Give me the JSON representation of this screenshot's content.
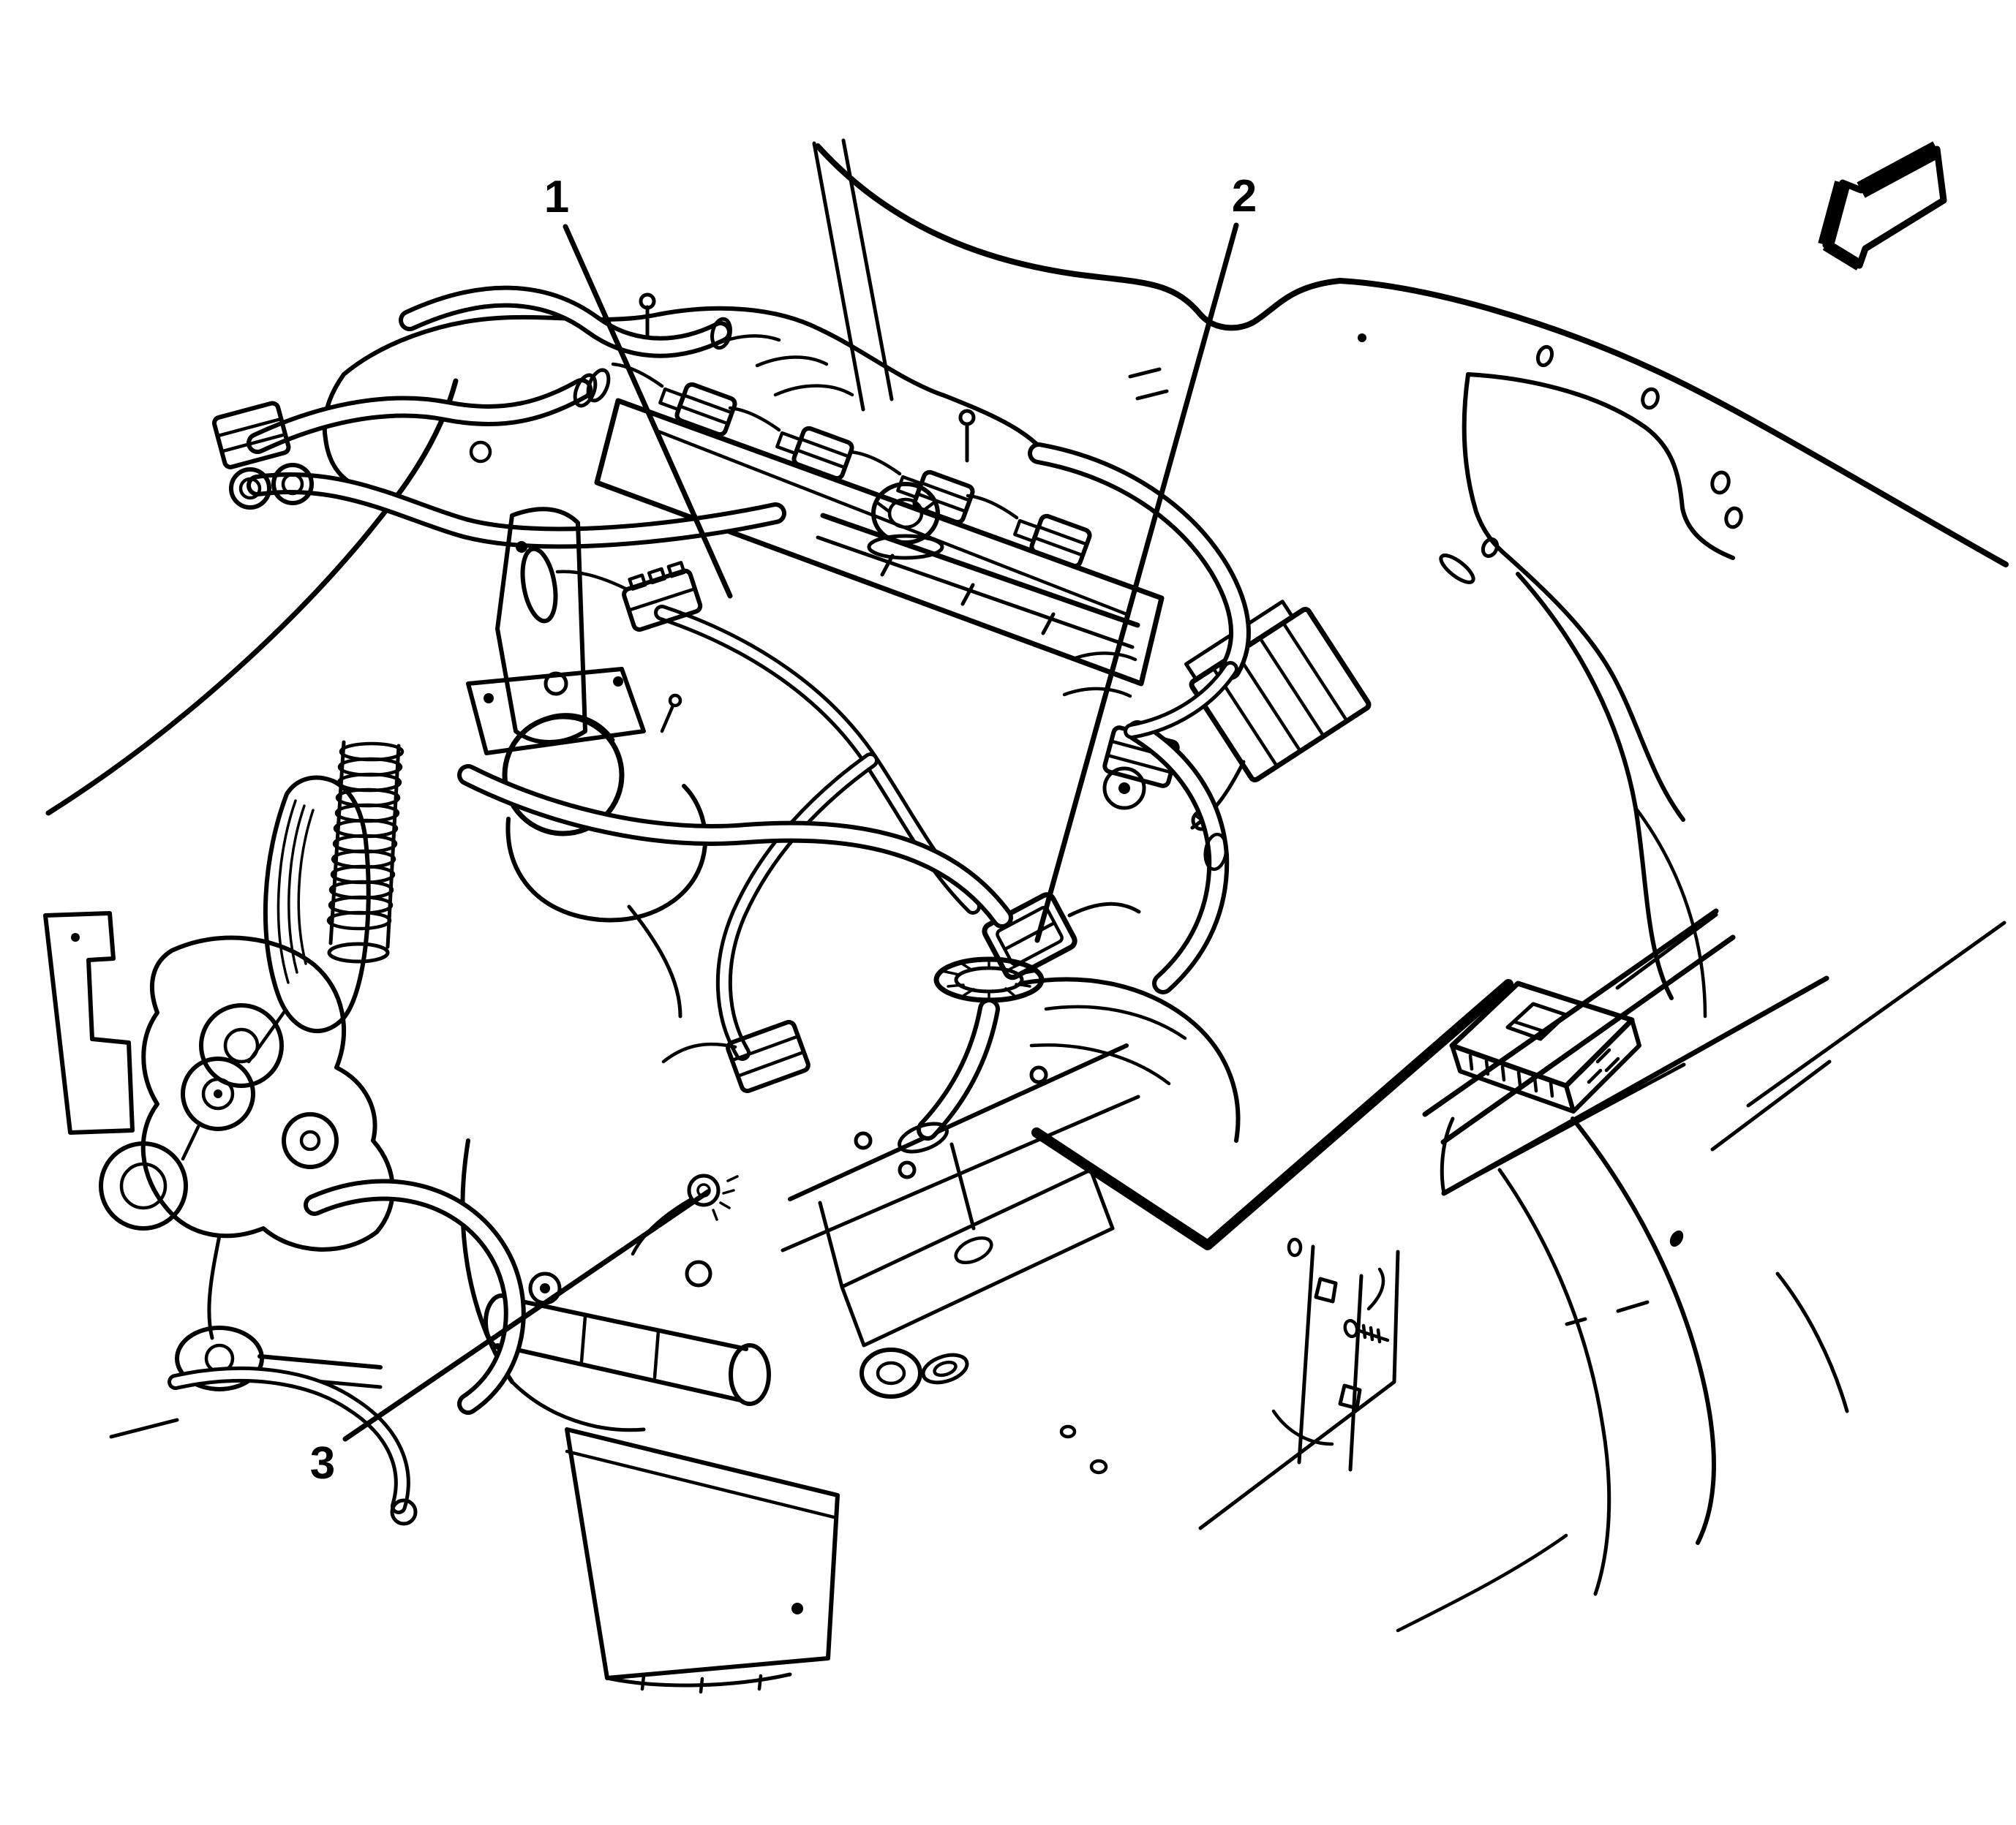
{
  "diagram": {
    "background_color": "#ffffff",
    "line_color": "#000000",
    "callouts": [
      {
        "label": "1"
      },
      {
        "label": "2"
      },
      {
        "label": "3"
      }
    ],
    "view_arrow_icon": "3d-block-arrow-pointing-lower-left"
  }
}
